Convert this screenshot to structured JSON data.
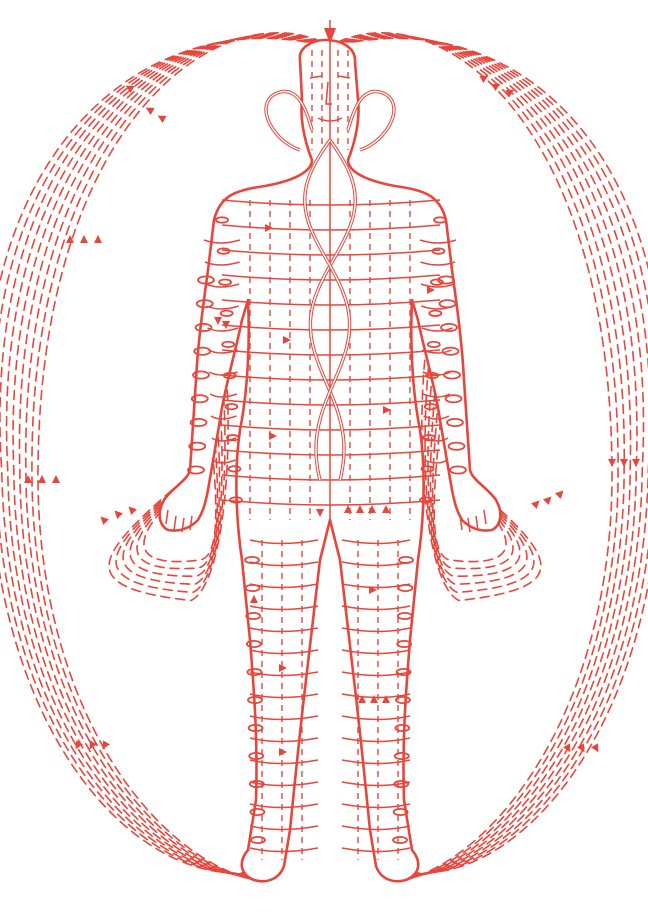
{
  "diagram": {
    "subject": "human-energy-body",
    "ink_color": "#e8463c",
    "background_color": "#ffffff",
    "elements": [
      "head",
      "torso",
      "left-arm",
      "right-arm",
      "left-leg",
      "right-leg",
      "left-hand",
      "right-hand",
      "left-foot",
      "right-foot",
      "central-channel",
      "intertwined-serpents",
      "outer-field-loops",
      "arm-field-loops",
      "flow-arrows",
      "spiral-coils"
    ]
  }
}
